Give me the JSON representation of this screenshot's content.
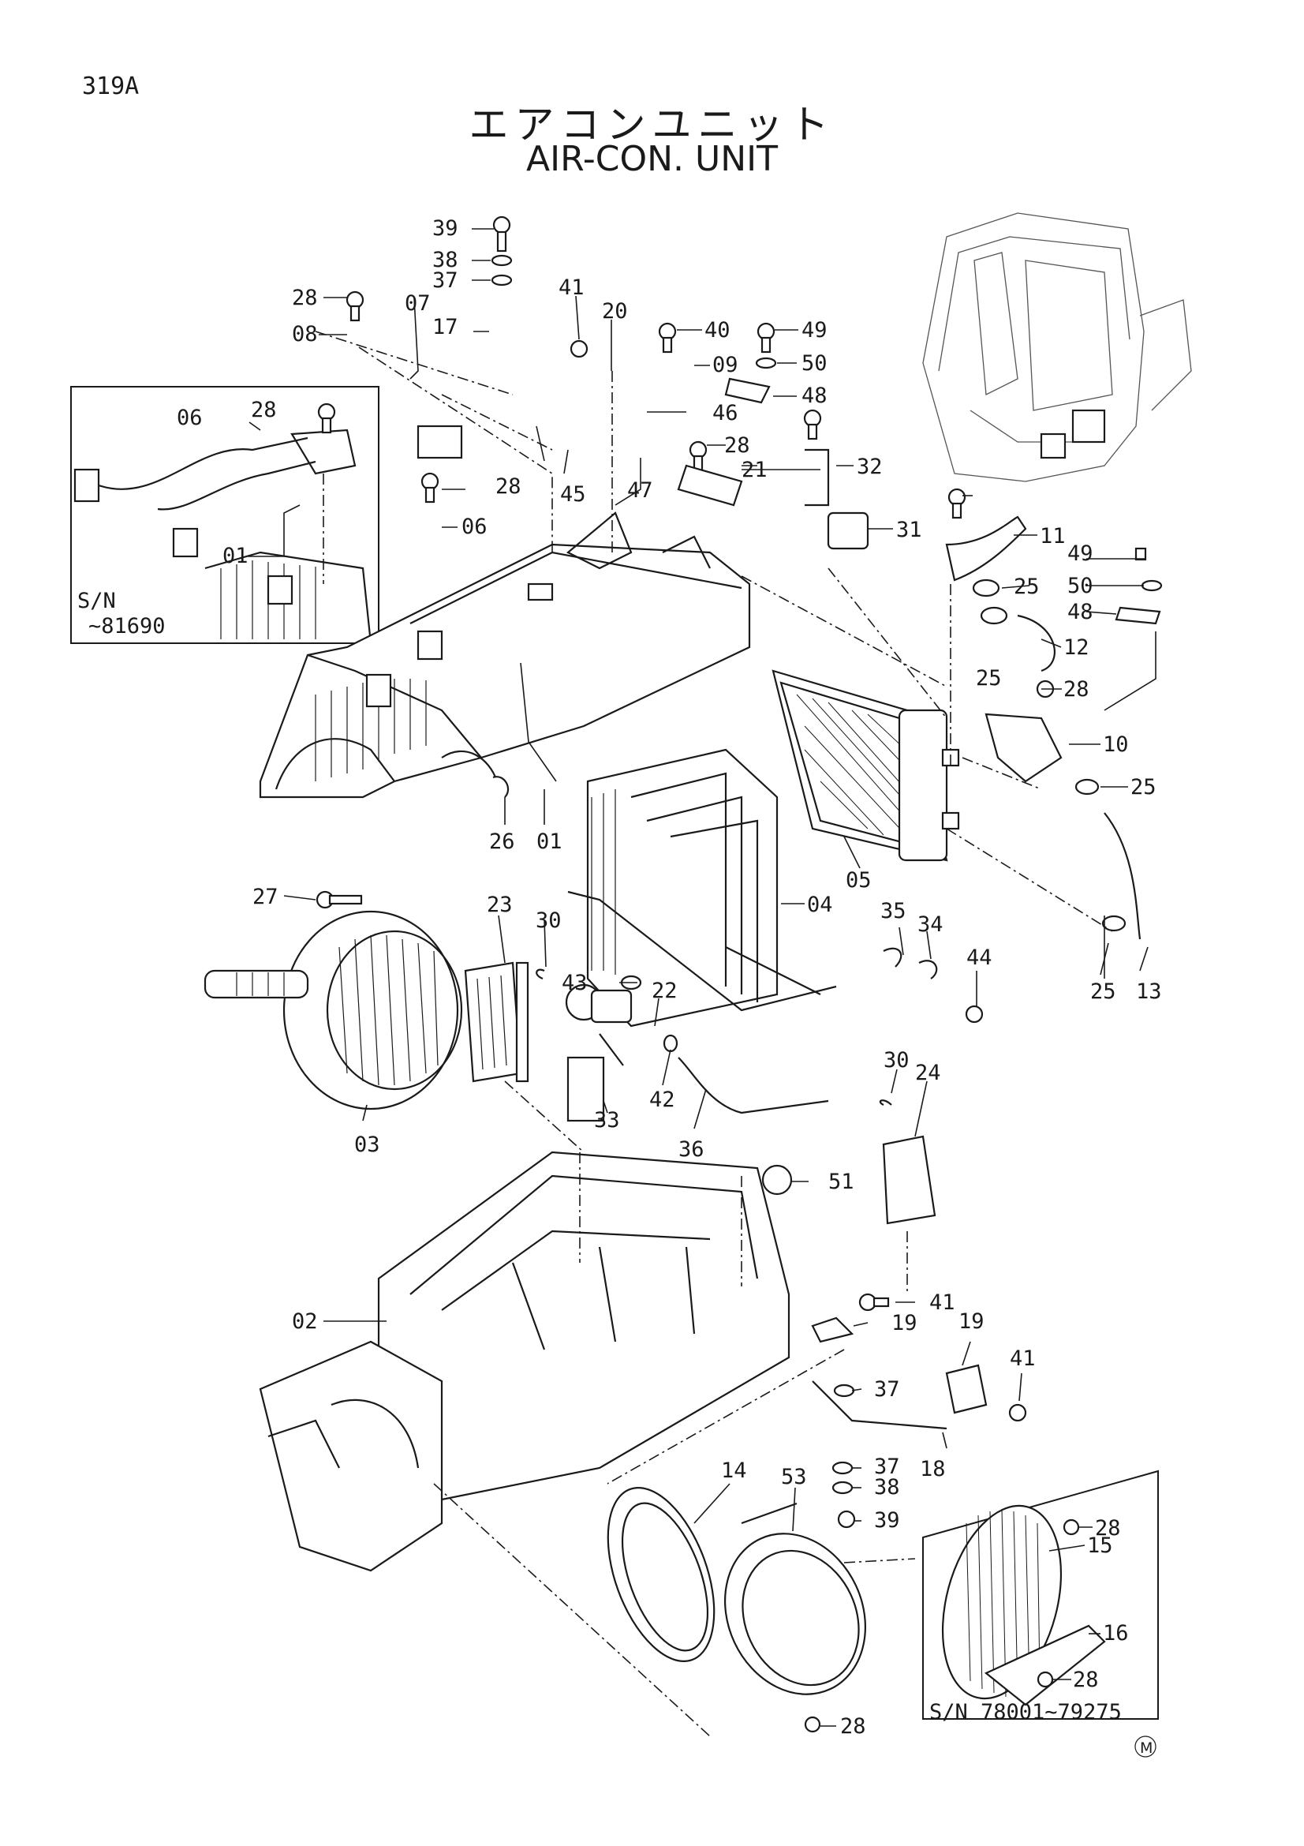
{
  "header": {
    "page_code": "319A",
    "title_jp": "エアコンユニット",
    "title_en": "AIR-CON. UNIT"
  },
  "insets": {
    "upper_left_sn_prefix": "S/N",
    "upper_left_sn_range": "~81690",
    "lower_right_sn": "S/N 78001~79275"
  },
  "callouts": [
    "39",
    "38",
    "37",
    "28",
    "41",
    "20",
    "40",
    "49",
    "50",
    "48",
    "07",
    "17",
    "08",
    "09",
    "46",
    "28",
    "47",
    "21",
    "32",
    "31",
    "11",
    "49",
    "50",
    "48",
    "25",
    "12",
    "25",
    "28",
    "10",
    "25",
    "06",
    "28",
    "01",
    "28",
    "06",
    "45",
    "26",
    "01",
    "05",
    "04",
    "23",
    "30",
    "27",
    "43",
    "22",
    "42",
    "33",
    "36",
    "03",
    "35",
    "34",
    "44",
    "25",
    "13",
    "30",
    "24",
    "51",
    "41",
    "02",
    "19",
    "19",
    "41",
    "37",
    "18",
    "37",
    "38",
    "39",
    "14",
    "53",
    "28",
    "15",
    "16",
    "28",
    "28"
  ],
  "mark": "M"
}
